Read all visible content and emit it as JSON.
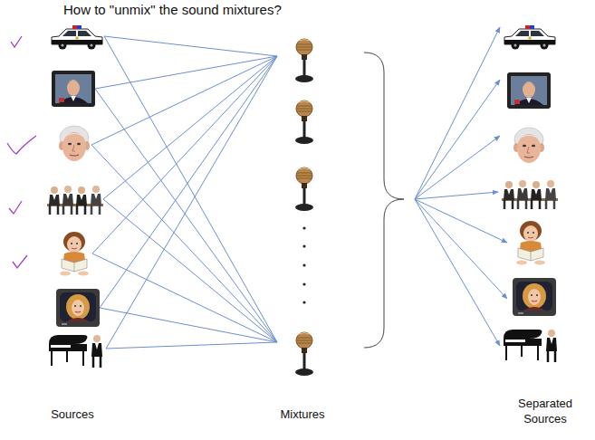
{
  "diagram": {
    "title": "How to \"unmix\" the sound mixtures?",
    "labels": [
      "Sources",
      "Mixtures",
      "Separated Sources"
    ]
  }
}
